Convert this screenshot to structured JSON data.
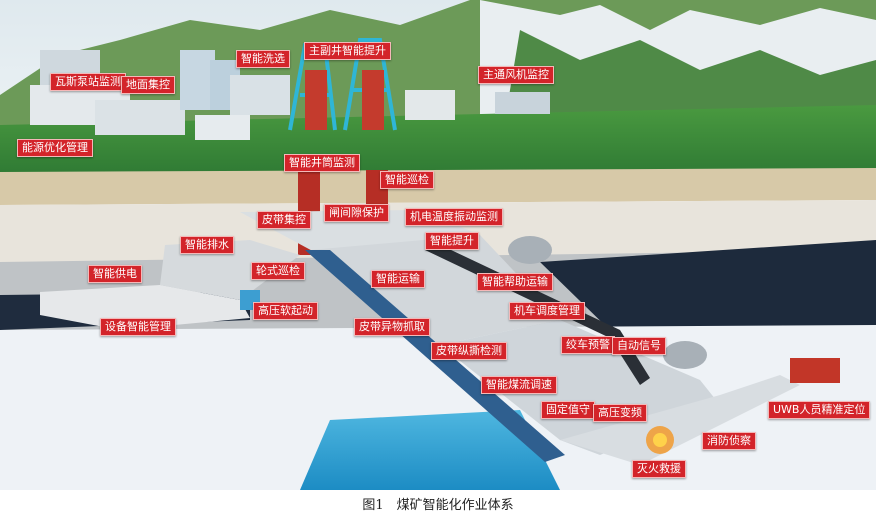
{
  "caption": "图1　煤矿智能化作业体系",
  "labels": [
    "瓦斯泵站监测",
    "地面集控",
    "智能洗选",
    "主副井智能提升",
    "主通风机监控",
    "能源优化管理",
    "智能井筒监测",
    "智能巡检",
    "皮带集控",
    "闸间隙保护",
    "机电温度振动监测",
    "智能排水",
    "智能提升",
    "智能供电",
    "轮式巡检",
    "智能运输",
    "智能帮助运输",
    "高压软起动",
    "机车调度管理",
    "设备智能管理",
    "皮带异物抓取",
    "绞车预警",
    "自动信号",
    "皮带纵撕检测",
    "智能煤流调速",
    "固定值守",
    "高压变频",
    "UWB人员精准定位",
    "消防侦察",
    "灭火救援"
  ],
  "colors": {
    "label_bg": "#d3242a",
    "grass": "#3f8a3a",
    "mountain": "#5c8d4d",
    "sky": "#eaf2f6",
    "water": "#2aa3d6",
    "tunnel": "#cfd5da",
    "belt": "#2f5f8f"
  }
}
